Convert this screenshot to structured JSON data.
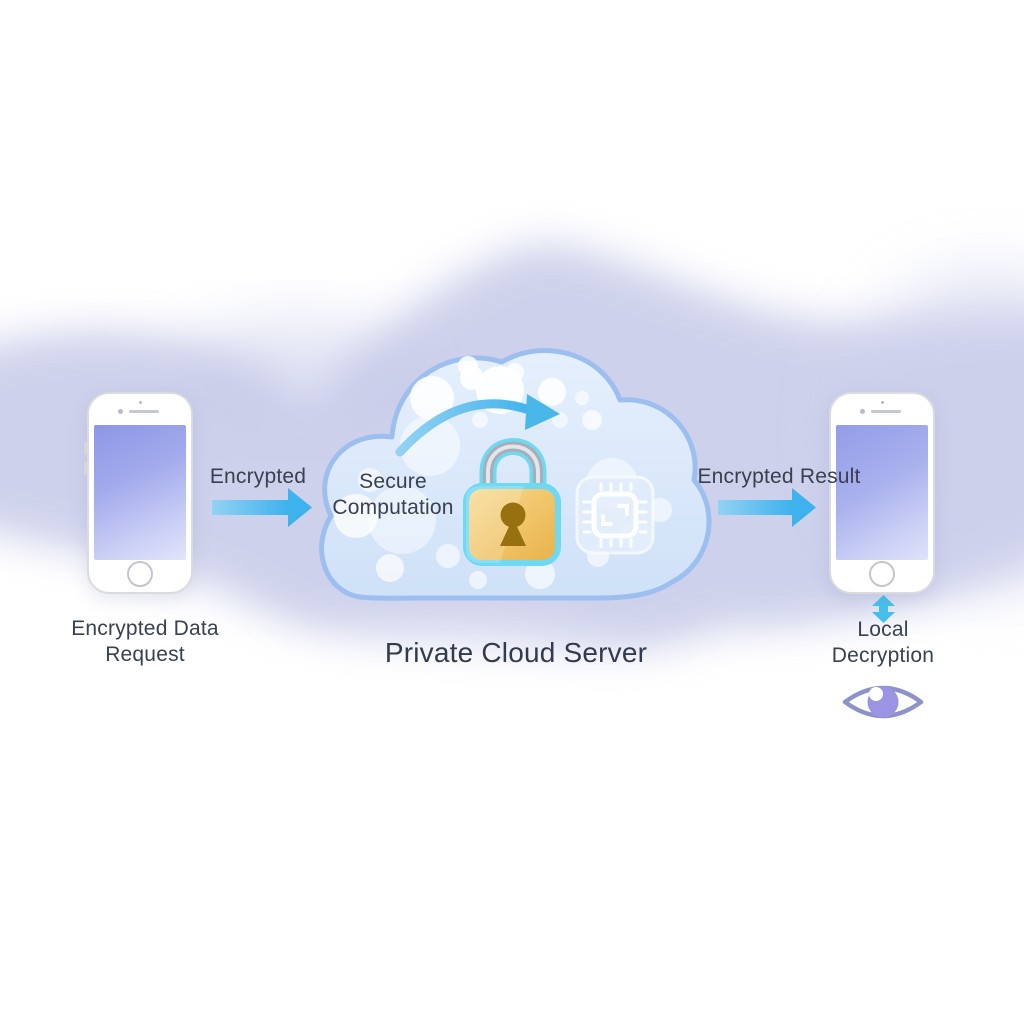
{
  "diagram": {
    "left_device": {
      "label": "Encrypted Data Request"
    },
    "request_arrow": {
      "label": "Encrypted"
    },
    "cloud": {
      "caption": "Secure Computation",
      "title": "Private Cloud Server"
    },
    "result_arrow": {
      "label": "Encrypted Result"
    },
    "right_device": {
      "label": "Local Decryption"
    },
    "icons": {
      "lock": "padlock-icon",
      "chip": "processor-chip-icon",
      "eye": "eye-icon",
      "cycle": "curved-process-arrow-icon",
      "exchange": "vertical-double-arrow-icon"
    }
  },
  "colors": {
    "accent_cyan": "#41b6ec",
    "cloud_stroke": "#9dbff0",
    "cloud_fill": "#d9e8fb",
    "lavender_wave": "#c6cae8",
    "lock_gold": "#eebb55",
    "lock_outline_cyan": "#6fd9f4",
    "eye_purple": "#9b93e3",
    "text_dark": "#3b4254"
  }
}
